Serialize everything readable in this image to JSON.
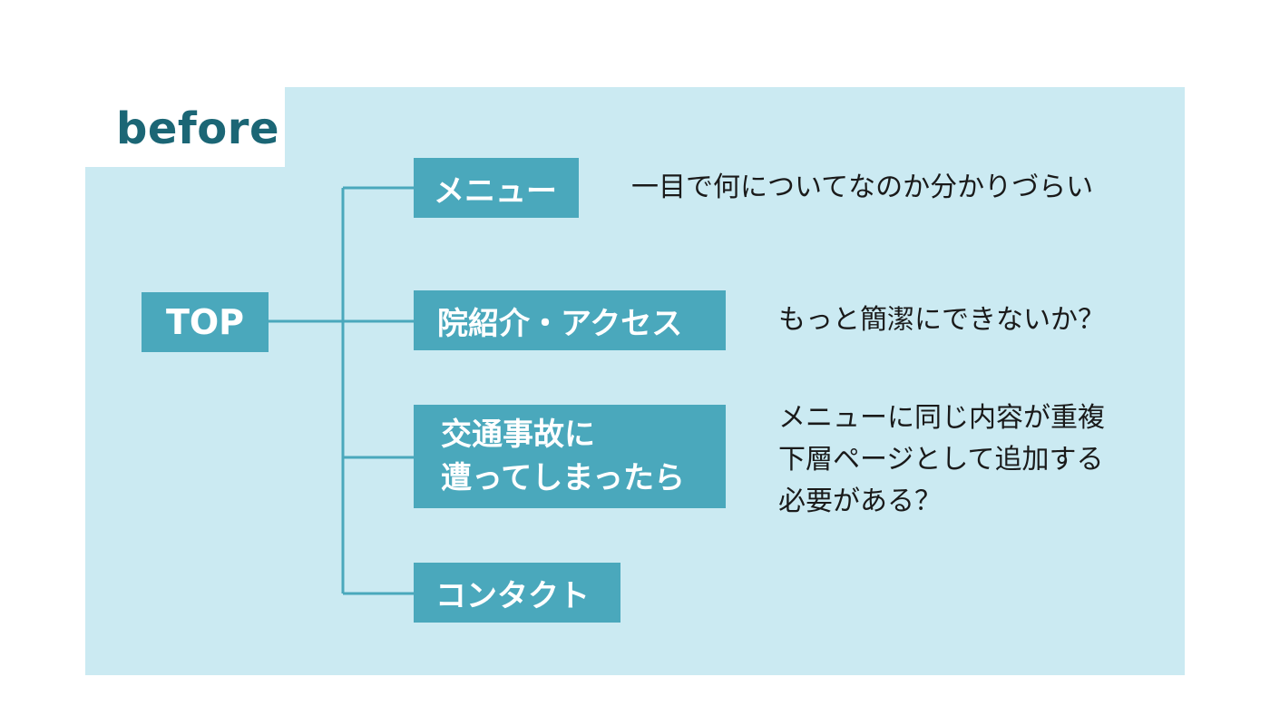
{
  "heading": "before",
  "nodes": {
    "top": "TOP",
    "menu": "メニュー",
    "clinic_access": "院紹介・アクセス",
    "accident_line1": "交通事故に",
    "accident_line2": "遭ってしまったら",
    "contact": "コンタクト"
  },
  "notes": {
    "menu": "一目で何についてなのか分かりづらい",
    "clinic_access": "もっと簡潔にできないか？",
    "accident_line1": "メニューに同じ内容が重複",
    "accident_line2": "下層ページとして追加する",
    "accident_line3": "必要がある？"
  },
  "colors": {
    "panel": "#cbeaf2",
    "node": "#4aa8bc",
    "heading": "#1b6675",
    "line": "#4aa8bc"
  }
}
